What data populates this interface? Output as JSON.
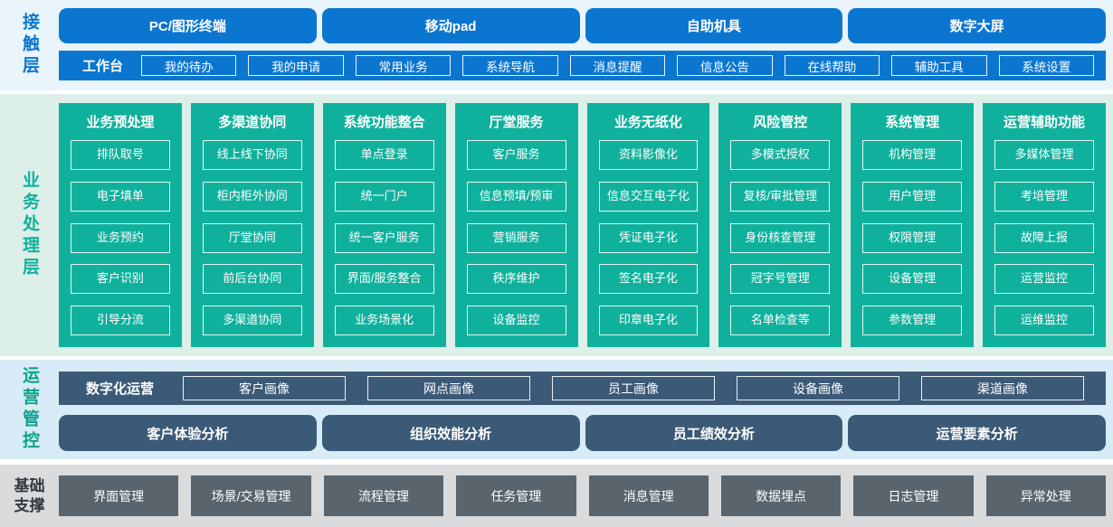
{
  "palette": {
    "blue": "#0b76d0",
    "blue_band_bg": "#e9f4fb",
    "green": "#10b19c",
    "green_band_bg": "#dcefe9",
    "slate_blue": "#3b5a77",
    "ops_band_bg": "#d7ecf6",
    "gray_button": "#59646d",
    "gray_band_bg": "#d9dbdd",
    "foundation_label_color": "#31383f"
  },
  "contact_layer": {
    "label": "接触层",
    "terminals": [
      "PC/图形终端",
      "移动pad",
      "自助机具",
      "数字大屏"
    ],
    "workbench": {
      "label": "工作台",
      "items": [
        "我的待办",
        "我的申请",
        "常用业务",
        "系统导航",
        "消息提醒",
        "信息公告",
        "在线帮助",
        "辅助工具",
        "系统设置"
      ]
    }
  },
  "business_layer": {
    "label": "业务处理层",
    "columns": [
      {
        "title": "业务预处理",
        "items": [
          "排队取号",
          "电子填单",
          "业务预约",
          "客户识别",
          "引导分流"
        ]
      },
      {
        "title": "多渠道协同",
        "items": [
          "线上线下协同",
          "柜内柜外协同",
          "厅堂协同",
          "前后台协同",
          "多渠道协同"
        ]
      },
      {
        "title": "系统功能整合",
        "items": [
          "单点登录",
          "统一门户",
          "统一客户服务",
          "界面/服务整合",
          "业务场景化"
        ]
      },
      {
        "title": "厅堂服务",
        "items": [
          "客户服务",
          "信息预填/预审",
          "营销服务",
          "秩序维护",
          "设备监控"
        ]
      },
      {
        "title": "业务无纸化",
        "items": [
          "资料影像化",
          "信息交互电子化",
          "凭证电子化",
          "签名电子化",
          "印章电子化"
        ]
      },
      {
        "title": "风险管控",
        "items": [
          "多模式授权",
          "复核/审批管理",
          "身份核查管理",
          "冠字号管理",
          "名单检查等"
        ]
      },
      {
        "title": "系统管理",
        "items": [
          "机构管理",
          "用户管理",
          "权限管理",
          "设备管理",
          "参数管理"
        ]
      },
      {
        "title": "运营辅助功能",
        "items": [
          "多媒体管理",
          "考培管理",
          "故障上报",
          "运营监控",
          "运维监控"
        ]
      }
    ]
  },
  "operations_layer": {
    "label": "运营管控",
    "digital_ops": {
      "label": "数字化运营",
      "items": [
        "客户画像",
        "网点画像",
        "员工画像",
        "设备画像",
        "渠道画像"
      ]
    },
    "analysis": [
      "客户体验分析",
      "组织效能分析",
      "员工绩效分析",
      "运营要素分析"
    ]
  },
  "foundation_layer": {
    "label": "基础支撑",
    "items": [
      "界面管理",
      "场景/交易管理",
      "流程管理",
      "任务管理",
      "消息管理",
      "数据埋点",
      "日志管理",
      "异常处理"
    ]
  }
}
